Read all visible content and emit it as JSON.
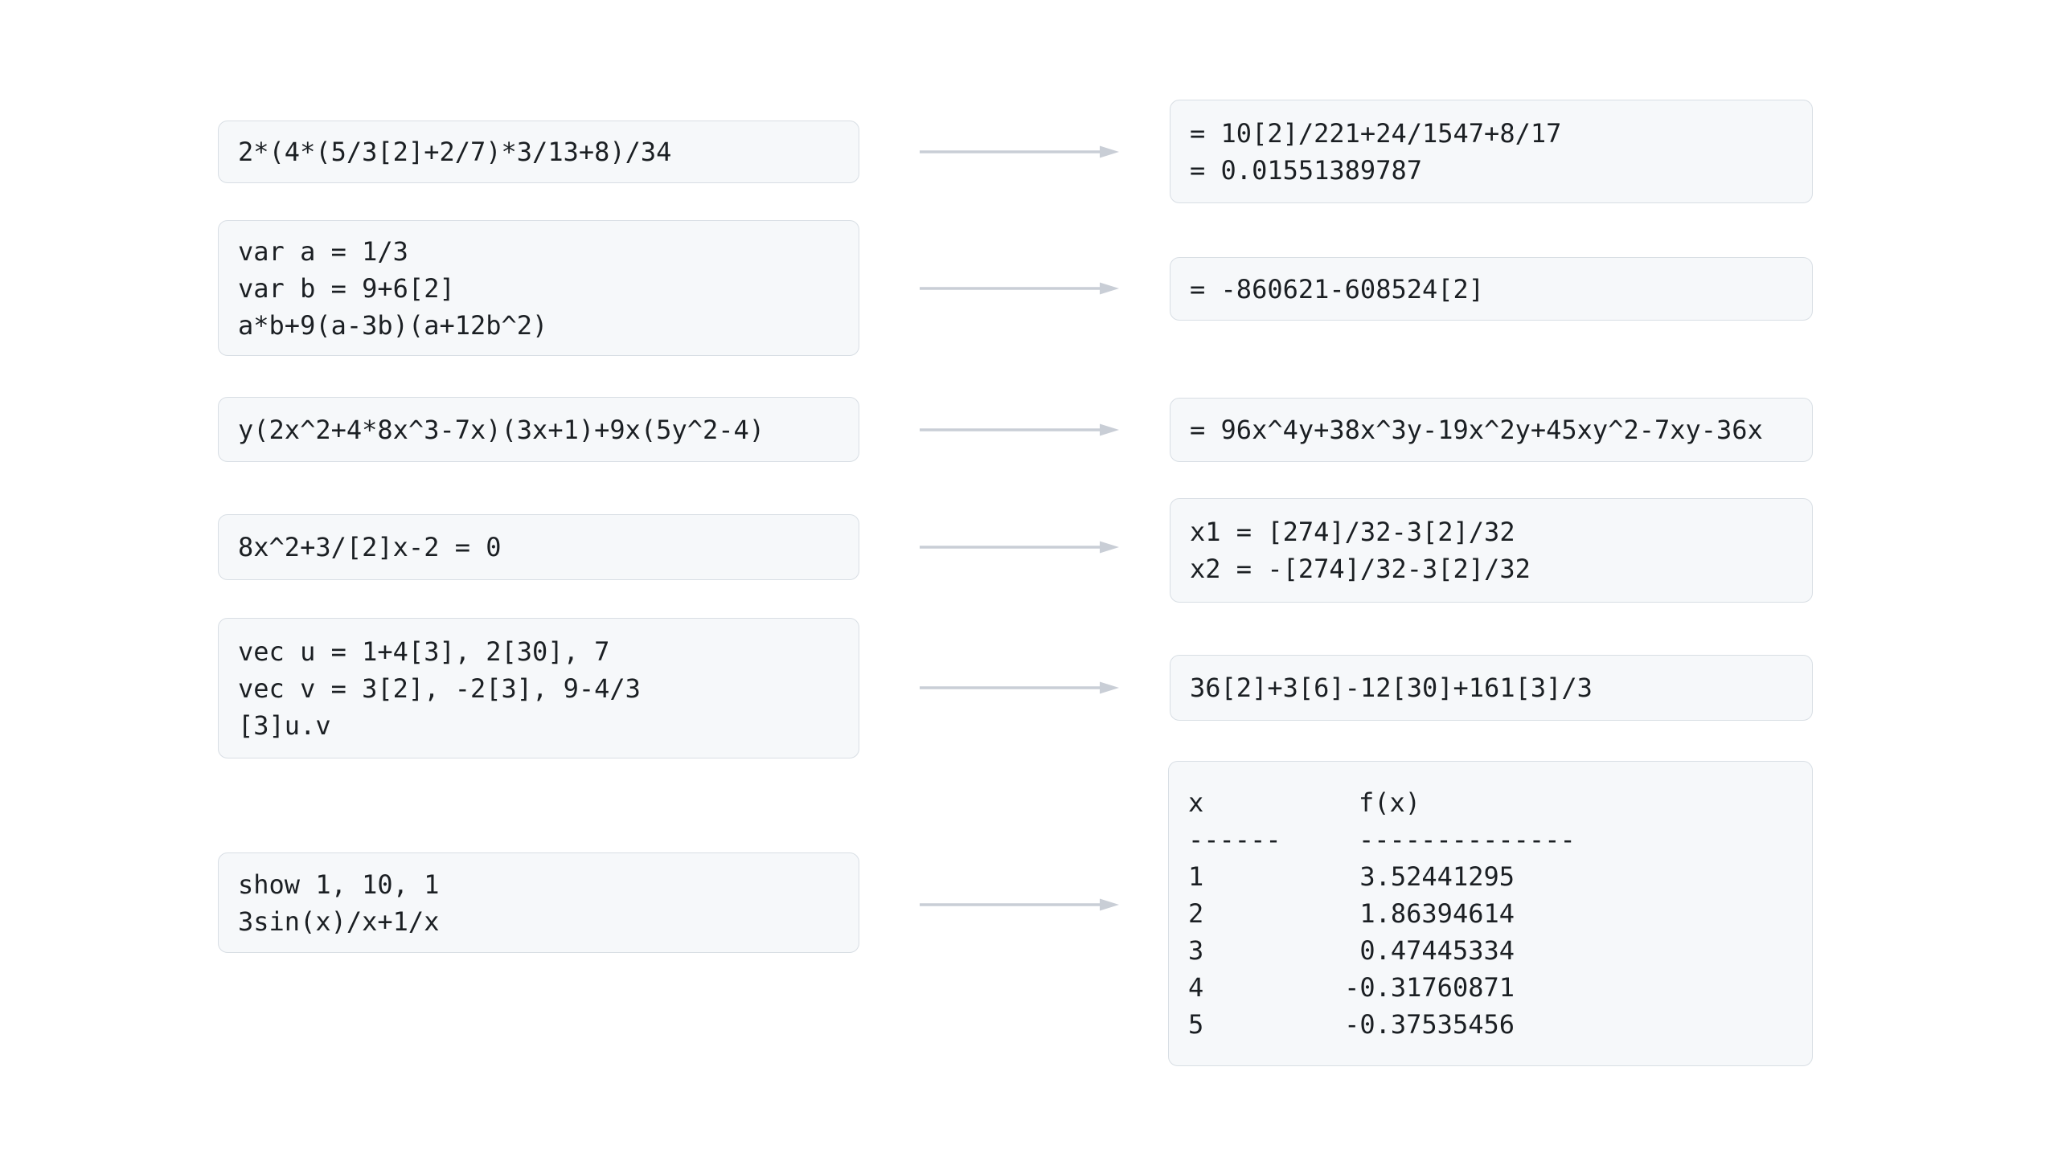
{
  "colors": {
    "page_background": "#ffffff",
    "card_background": "#f6f8fa",
    "card_border": "#d8dee4",
    "text": "#1b1f23",
    "arrow": "#c9ced6"
  },
  "rows": [
    {
      "input": {
        "lines": [
          "2*(4*(5/3[2]+2/7)*3/13+8)/34"
        ]
      },
      "output": {
        "lines": [
          "= 10[2]/221+24/1547+8/17",
          "= 0.01551389787"
        ]
      }
    },
    {
      "input": {
        "lines": [
          "var a = 1/3",
          "var b = 9+6[2]",
          "a*b+9(a-3b)(a+12b^2)"
        ]
      },
      "output": {
        "lines": [
          "= -860621-608524[2]"
        ]
      }
    },
    {
      "input": {
        "lines": [
          "y(2x^2+4*8x^3-7x)(3x+1)+9x(5y^2-4)"
        ]
      },
      "output": {
        "lines": [
          "= 96x^4y+38x^3y-19x^2y+45xy^2-7xy-36x"
        ]
      }
    },
    {
      "input": {
        "lines": [
          "8x^2+3/[2]x-2 = 0"
        ]
      },
      "output": {
        "lines": [
          "x1 = [274]/32-3[2]/32",
          "x2 = -[274]/32-3[2]/32"
        ]
      }
    },
    {
      "input": {
        "lines": [
          "vec u = 1+4[3], 2[30], 7",
          "vec v = 3[2], -2[3], 9-4/3",
          "[3]u.v"
        ]
      },
      "output": {
        "lines": [
          "36[2]+3[6]-12[30]+161[3]/3"
        ]
      }
    },
    {
      "input": {
        "lines": [
          "show 1, 10, 1",
          "3sin(x)/x+1/x"
        ]
      },
      "output": {
        "table_ref": "table"
      }
    }
  ],
  "table": {
    "headers": {
      "x": "x",
      "fx": "f(x)"
    },
    "dividers": {
      "x": "------",
      "fx": "--------------"
    },
    "rows": [
      {
        "x": "1",
        "fx": "3.52441295"
      },
      {
        "x": "2",
        "fx": "1.86394614"
      },
      {
        "x": "3",
        "fx": "0.47445334"
      },
      {
        "x": "4",
        "fx": "-0.31760871"
      },
      {
        "x": "5",
        "fx": "-0.37535456"
      }
    ]
  }
}
